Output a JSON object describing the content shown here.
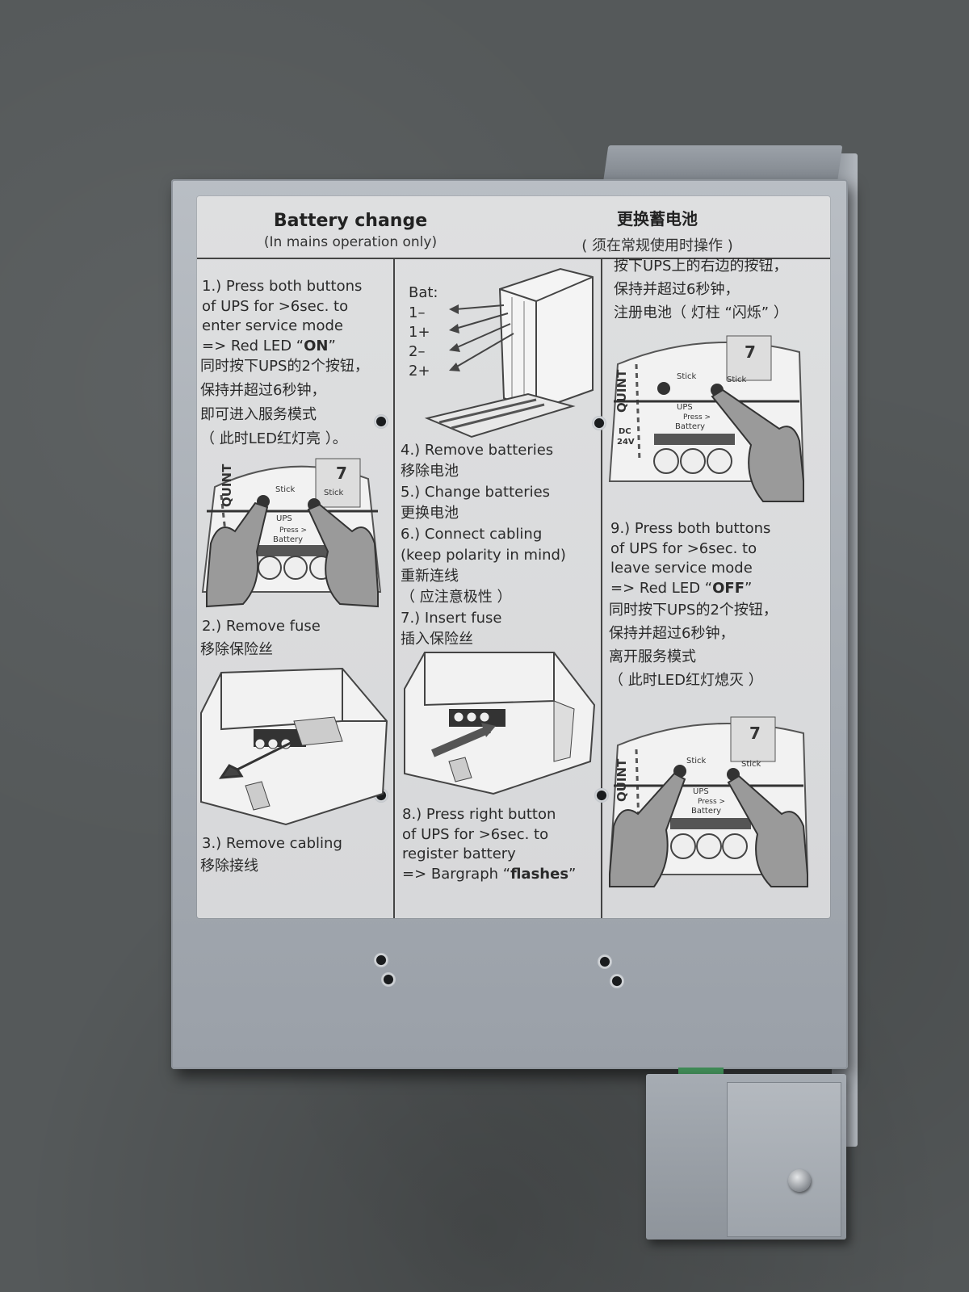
{
  "header": {
    "title": "Battery change",
    "subtitle": "(In mains operation only)",
    "title_cn": "更换蓄电池",
    "subtitle_cn": "( 须在常规使用时操作 )"
  },
  "col1": {
    "step1_l1": "1.) Press both buttons",
    "step1_l2": "of UPS for >6sec. to",
    "step1_l3": "enter service mode",
    "step1_l4_pre": "=> Red LED “",
    "step1_l4_em": "ON",
    "step1_l4_post": "”",
    "step1_cn1": "同时按下UPS的2个按钮，",
    "step1_cn2": "保持并超过6秒钟，",
    "step1_cn3": "即可进入服务模式",
    "step1_cn4": "（ 此时LED红灯亮 ）。",
    "step2": "2.) Remove fuse",
    "step2_cn": "移除保险丝",
    "step3": "3.) Remove cabling",
    "step3_cn": "移除接线"
  },
  "col2": {
    "bat_label": "Bat:",
    "bat_terms": [
      "1–",
      "1+",
      "2–",
      "2+"
    ],
    "step4": "4.) Remove batteries",
    "step4_cn": "移除电池",
    "step5": "5.) Change batteries",
    "step5_cn": "更换电池",
    "step6_l1": "6.) Connect cabling",
    "step6_l2": "(keep polarity in mind)",
    "step6_cn1": "重新连线",
    "step6_cn2": "（ 应注意极性 ）",
    "step7": "7.) Insert fuse",
    "step7_cn": "插入保险丝",
    "step8_l1": "8.) Press right button",
    "step8_l2": "of UPS for >6sec. to",
    "step8_l3": "register battery",
    "step8_l4_pre": "=> Bargraph “",
    "step8_l4_em": "flashes",
    "step8_l4_post": "”"
  },
  "col3": {
    "step8_cn1": "按下UPS上的右边的按钮，",
    "step8_cn2": "保持并超过6秒钟，",
    "step8_cn3": "注册电池（ 灯柱 “闪烁” ）",
    "step9_l1": "9.) Press both buttons",
    "step9_l2": "of UPS for >6sec. to",
    "step9_l3": "leave service mode",
    "step9_l4_pre": "=> Red LED “",
    "step9_l4_em": "OFF",
    "step9_l4_post": "”",
    "step9_cn1": "同时按下UPS的2个按钮，",
    "step9_cn2": "保持并超过6秒钟，",
    "step9_cn3": "离开服务模式",
    "step9_cn4": "（ 此时LED红灯熄灭 ）"
  },
  "panel": {
    "brand": "QUINT",
    "stick": "Stick",
    "ups": "UPS",
    "press": "Press >",
    "battery": "Battery",
    "dc": "DC",
    "volts": "24V"
  },
  "colors": {
    "label_bg": "#dcdddf",
    "ink": "#262626",
    "metal": "#a8aeb5"
  }
}
